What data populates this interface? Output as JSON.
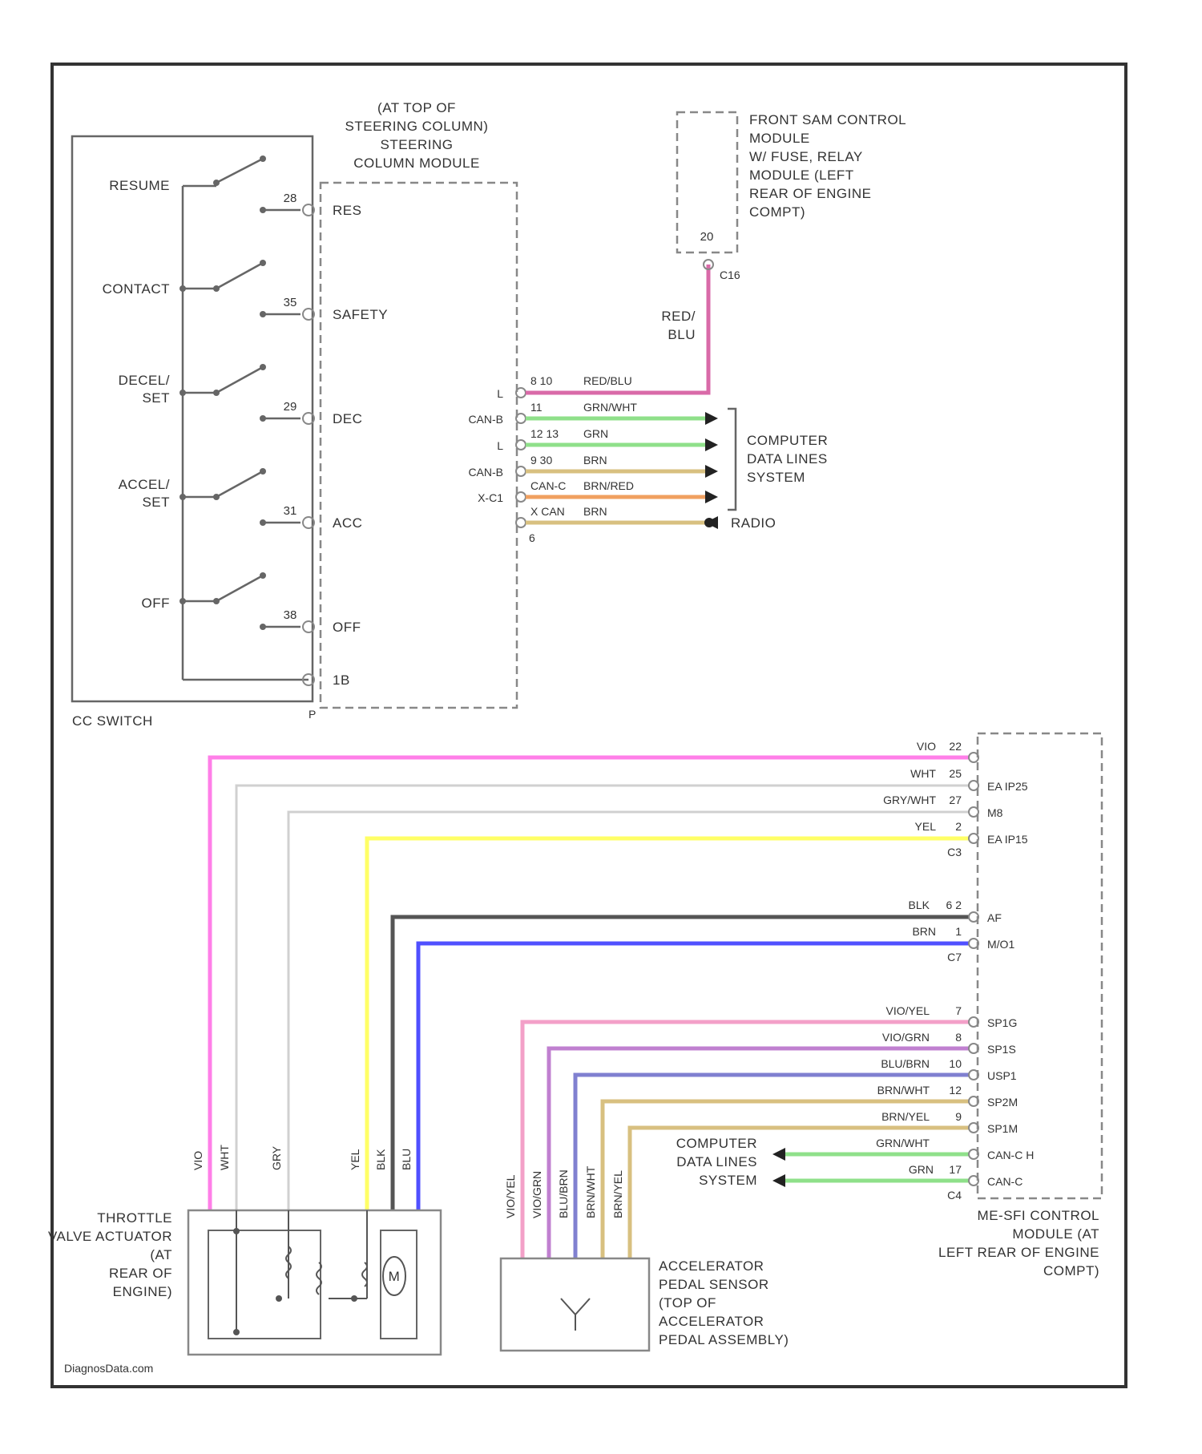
{
  "colors": {
    "frame": "#333333",
    "pink_wire": "#ff7fe8",
    "red_blu_wire": "#d96aa8",
    "green_wire": "#8fe08a",
    "tan_wire": "#d8c080",
    "orange_wire": "#f0a060",
    "yellow_wire": "#ffff66",
    "black_wire": "#555555",
    "blue_wire": "#5050ff",
    "gray_wire": "#d0d0d0",
    "light_pink_wire": "#f3a0c8",
    "violet_wire": "#c080d0",
    "slate_blue_wire": "#8080d0"
  },
  "cc_switch": {
    "title": "CC SWITCH",
    "switches": [
      "RESUME",
      "CONTACT",
      "DECEL/",
      "SET",
      "ACCEL/",
      "SET",
      "OFF"
    ],
    "pins": [
      "28",
      "35",
      "29",
      "31",
      "38"
    ],
    "pin_labels": [
      "RES",
      "SAFETY",
      "DEC",
      "ACC",
      "OFF",
      "1B"
    ]
  },
  "column_module": {
    "title_lines": [
      "(AT TOP OF",
      "STEERING COLUMN)",
      "STEERING",
      "COLUMN MODULE"
    ],
    "pin_rows": [
      {
        "left": "L",
        "pins": "8 10",
        "wire": "RED/BLU"
      },
      {
        "left": "CAN-B",
        "pins": "11",
        "wire": "GRN/WHT"
      },
      {
        "left": "L",
        "pins": "12 13",
        "wire": "GRN"
      },
      {
        "left": "CAN-B",
        "pins": "9 30",
        "wire": "BRN"
      },
      {
        "left": "X-C1",
        "pins": "CAN-C",
        "wire": "BRN/RED"
      },
      {
        "left": "",
        "pins": "X CAN",
        "wire": "BRN"
      }
    ],
    "bottom_pin": "6"
  },
  "front_sam": {
    "title_lines": [
      "FRONT SAM CONTROL",
      "MODULE",
      "W/ FUSE, RELAY",
      "MODULE (LEFT",
      "REAR OF ENGINE",
      "COMPT)"
    ],
    "pin": "20",
    "connector": "C16",
    "wire_lines": [
      "RED/",
      "BLU"
    ]
  },
  "data_lines": {
    "label_lines": [
      "COMPUTER",
      "DATA LINES",
      "SYSTEM"
    ],
    "radio_label": "RADIO"
  },
  "me_module": {
    "title_lines": [
      "ME-SFI CONTROL",
      "MODULE (AT",
      "LEFT REAR OF ENGINE",
      "COMPT)"
    ],
    "rows": [
      {
        "wire": "VIO",
        "pin": "22",
        "label": ""
      },
      {
        "wire": "WHT",
        "pin": "25",
        "label": "EA IP25"
      },
      {
        "wire": "GRY/WHT",
        "pin": "27",
        "label": "M8"
      },
      {
        "wire": "YEL",
        "pin": "2",
        "label": "EA IP15"
      },
      {
        "wire": "",
        "pin": "C3",
        "label": ""
      },
      {
        "wire": "BLK",
        "pin": "6 2",
        "label": "AF"
      },
      {
        "wire": "BRN",
        "pin": "1",
        "label": "M/O1"
      },
      {
        "wire": "",
        "pin": "C7",
        "label": ""
      },
      {
        "wire": "VIO/YEL",
        "pin": "7",
        "label": "SP1G"
      },
      {
        "wire": "VIO/GRN",
        "pin": "8",
        "label": "SP1S"
      },
      {
        "wire": "BLU/BRN",
        "pin": "10",
        "label": "USP1"
      },
      {
        "wire": "BRN/WHT",
        "pin": "12",
        "label": "SP2M"
      },
      {
        "wire": "BRN/YEL",
        "pin": "9",
        "label": "SP1M"
      },
      {
        "wire": "GRN/WHT",
        "pin": "",
        "label": "CAN-C H"
      },
      {
        "wire": "GRN",
        "pin": "17",
        "label": "CAN-C"
      },
      {
        "wire": "",
        "pin": "C4",
        "label": ""
      }
    ]
  },
  "throttle": {
    "title_lines": [
      "THROTTLE",
      "VALVE ACTUATOR",
      "(AT",
      "REAR OF",
      "ENGINE)"
    ],
    "wires": [
      "VIO",
      "WHT",
      "GRY",
      "YEL",
      "BLK",
      "BLU"
    ],
    "motor": "M"
  },
  "pedal": {
    "title_lines": [
      "ACCELERATOR",
      "PEDAL SENSOR",
      "(TOP OF",
      "ACCELERATOR",
      "PEDAL ASSEMBLY)"
    ],
    "wires": [
      "VIO/YEL",
      "VIO/GRN",
      "BLU/BRN",
      "BRN/WHT",
      "BRN/YEL"
    ]
  },
  "watermark": "DiagnosData.com"
}
